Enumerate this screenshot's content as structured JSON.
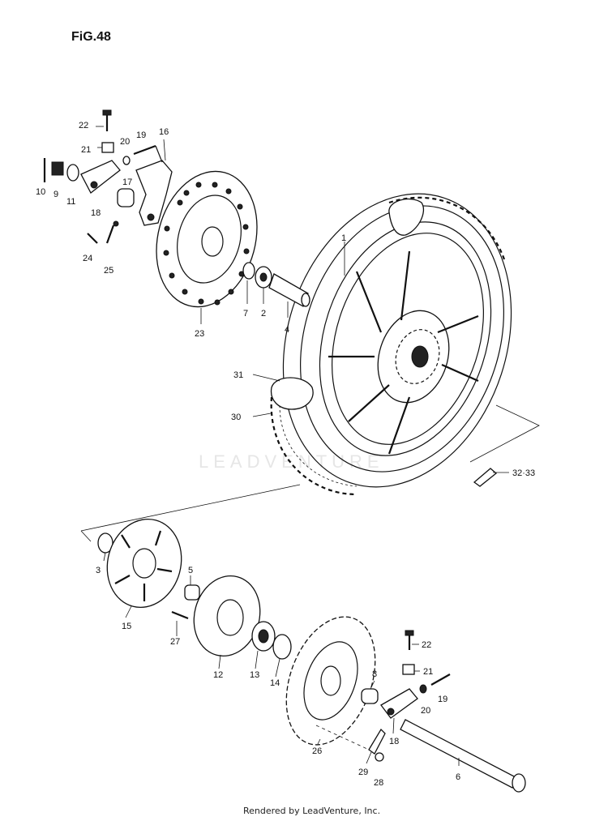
{
  "figure_title": "FiG.48",
  "watermark": "LEADVENTURE",
  "footer": "Rendered by LeadVenture, Inc.",
  "callouts": {
    "c1": "1",
    "c2": "2",
    "c3": "3",
    "c4": "4",
    "c5": "5",
    "c6": "6",
    "c7": "7",
    "c8": "8",
    "c9": "9",
    "c10": "10",
    "c11": "11",
    "c12": "12",
    "c13": "13",
    "c14": "14",
    "c15": "15",
    "c16": "16",
    "c17": "17",
    "c18a": "18",
    "c18b": "18",
    "c19a": "19",
    "c19b": "19",
    "c20a": "20",
    "c20b": "20",
    "c21a": "21",
    "c21b": "21",
    "c22a": "22",
    "c22b": "22",
    "c23": "23",
    "c24": "24",
    "c25": "25",
    "c26": "26",
    "c27": "27",
    "c28": "28",
    "c29": "29",
    "c30": "30",
    "c31": "31",
    "c3233": "32·33"
  }
}
